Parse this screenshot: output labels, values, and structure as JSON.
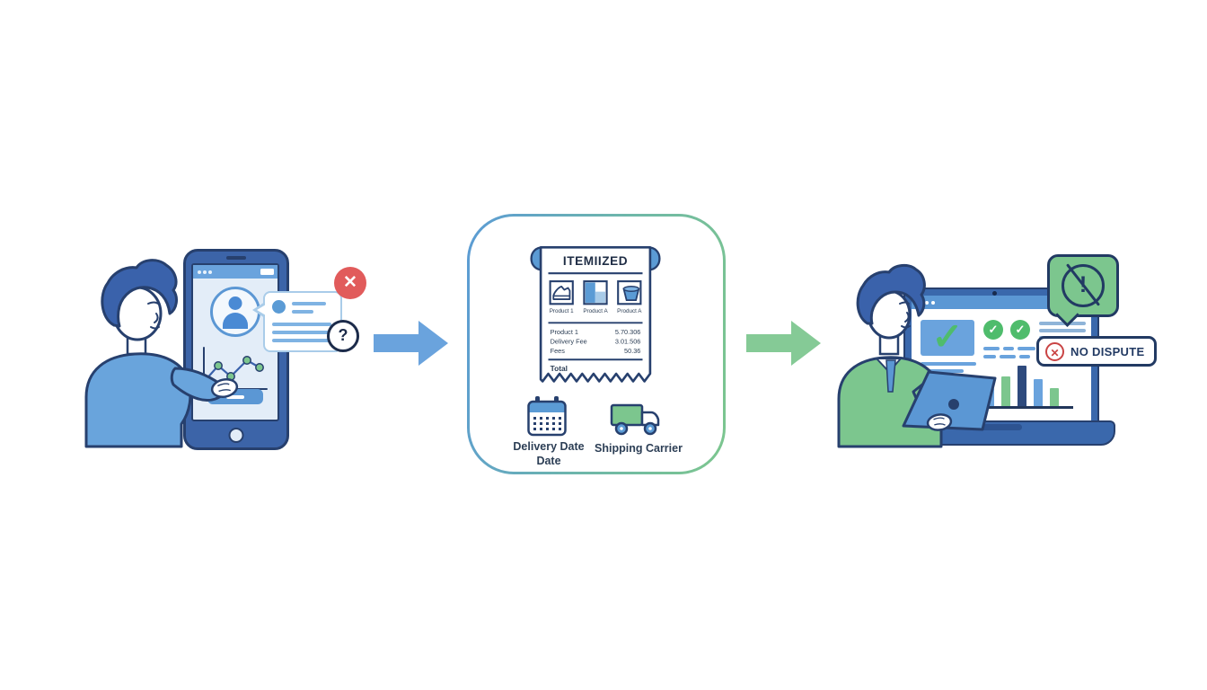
{
  "palette": {
    "outline_navy": "#27406e",
    "frame_blue": "#3a68ac",
    "blue": "#5b97d4",
    "mid_blue": "#6aa3dd",
    "light_blue": "#a9cce9",
    "green": "#7cc68e",
    "check_green": "#4fbc6c",
    "red": "#e15b5b",
    "text_navy": "#223a63"
  },
  "step1": {
    "error_badge_glyph": "✕",
    "question_badge_glyph": "?"
  },
  "step2": {
    "receipt": {
      "title": "ITEMIIZED",
      "product_labels": [
        "Product 1",
        "Product A",
        "Product A"
      ],
      "rows": [
        {
          "label": "Product 1",
          "value": "5.70.306"
        },
        {
          "label": "Delivery Fee",
          "value": "3.01.506"
        },
        {
          "label": "Fees",
          "value": "50.36"
        }
      ],
      "total_label": "Total"
    },
    "delivery_date_label": [
      "Delivery Date",
      "Date"
    ],
    "shipping_carrier_label": "Shipping Carrier"
  },
  "step3": {
    "no_dispute_badge": {
      "glyph": "✕",
      "label": "NO DISPUTE"
    },
    "alert_bubble_glyph": "!",
    "check_glyph": "✓",
    "screen_bars": [
      {
        "color": "#6aa3dd",
        "height": 20
      },
      {
        "color": "#7cc68e",
        "height": 33
      },
      {
        "color": "#2e4a7d",
        "height": 45
      },
      {
        "color": "#6aa3dd",
        "height": 30
      },
      {
        "color": "#7cc68e",
        "height": 20
      }
    ]
  }
}
